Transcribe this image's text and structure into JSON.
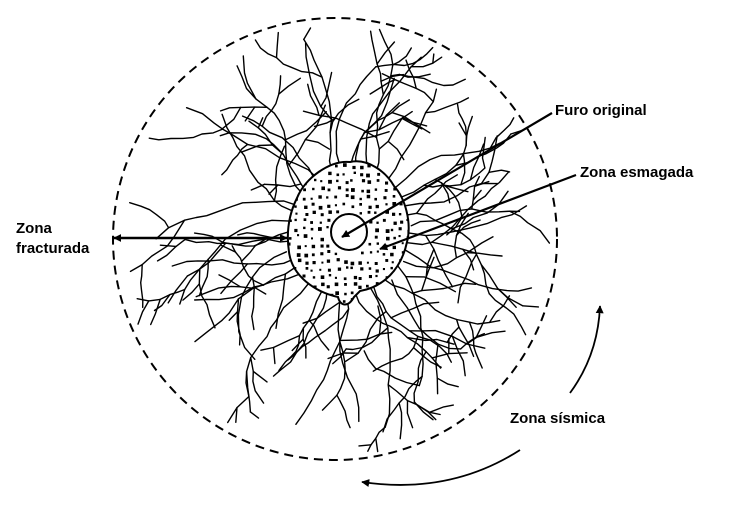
{
  "labels": {
    "furo_original": "Furo original",
    "zona_esmagada": "Zona esmagada",
    "zona_fracturada_line1": "Zona",
    "zona_fracturada_line2": "fracturada",
    "zona_sismica": "Zona sísmica"
  }
}
